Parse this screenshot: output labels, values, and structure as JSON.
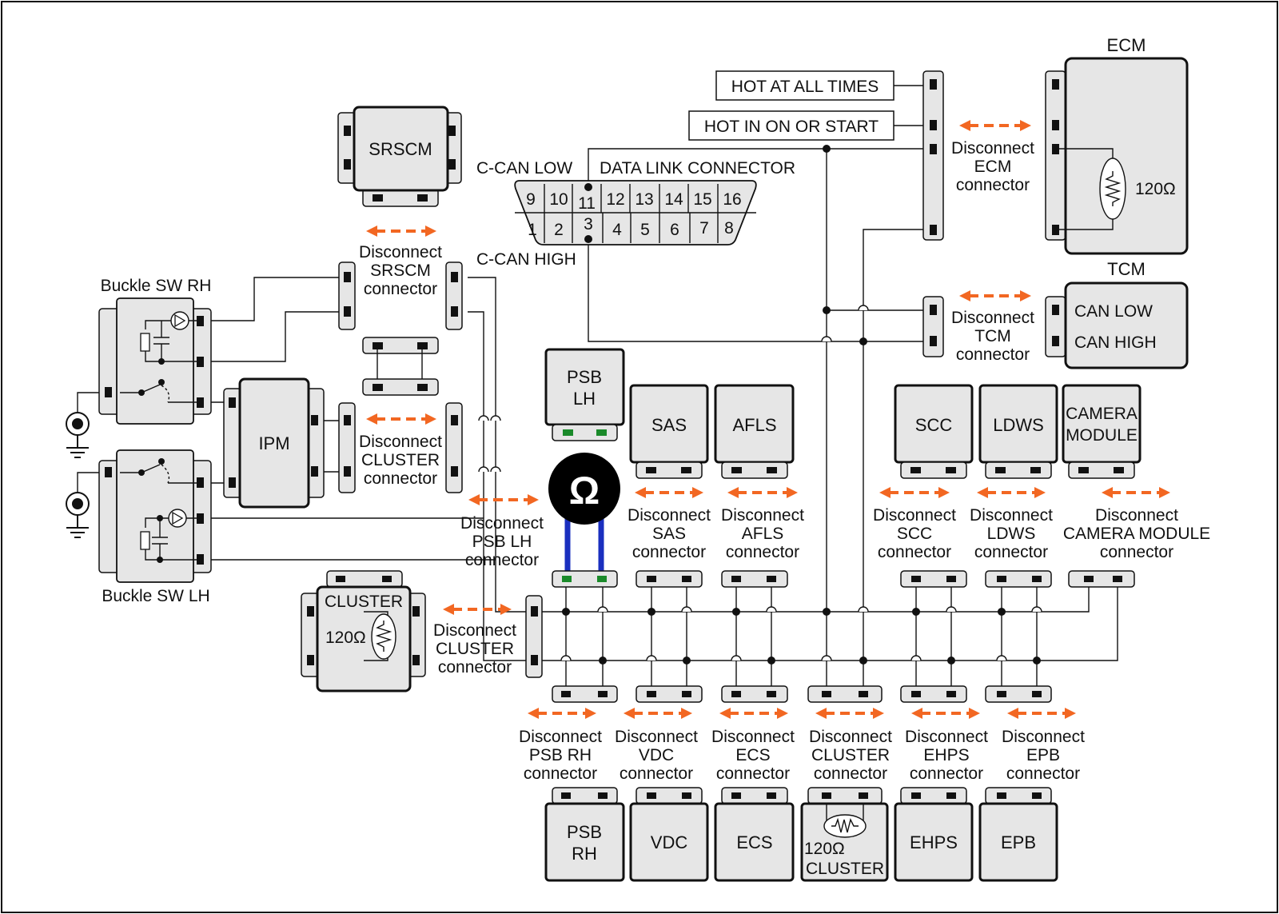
{
  "dlc": {
    "title": "DATA LINK CONNECTOR",
    "can_low_label": "C-CAN LOW",
    "can_high_label": "C-CAN HIGH",
    "top_pins": [
      "9",
      "10",
      "11",
      "12",
      "13",
      "14",
      "15",
      "16"
    ],
    "bottom_pins": [
      "1",
      "2",
      "3",
      "4",
      "5",
      "6",
      "7",
      "8"
    ]
  },
  "power": {
    "hot_all_times": "HOT AT ALL TIMES",
    "hot_on_start": "HOT IN ON OR START"
  },
  "modules": {
    "ecm": "ECM",
    "tcm": "TCM",
    "can_low": "CAN LOW",
    "can_high": "CAN HIGH",
    "srscm": "SRSCM",
    "ipm": "IPM",
    "psb_lh_1": "PSB",
    "psb_lh_2": "LH",
    "sas": "SAS",
    "afls": "AFLS",
    "scc": "SCC",
    "ldws": "LDWS",
    "camera_1": "CAMERA",
    "camera_2": "MODULE",
    "cluster": "CLUSTER",
    "psb_rh_1": "PSB",
    "psb_rh_2": "RH",
    "vdc": "VDC",
    "ecs": "ECS",
    "cluster_bottom": "CLUSTER",
    "ehps": "EHPS",
    "epb": "EPB",
    "buckle_rh": "Buckle SW RH",
    "buckle_lh": "Buckle SW LH"
  },
  "resistance": {
    "r120": "120Ω",
    "ohm_symbol": "Ω"
  },
  "disconnect": {
    "word": "Disconnect",
    "connector": "connector",
    "ecm": "ECM",
    "tcm": "TCM",
    "srscm": "SRSCM",
    "cluster": "CLUSTER",
    "psb_lh": "PSB LH",
    "sas": "SAS",
    "afls": "AFLS",
    "scc": "SCC",
    "ldws": "LDWS",
    "camera": "CAMERA MODULE",
    "psb_rh": "PSB RH",
    "vdc": "VDC",
    "ecs": "ECS",
    "ehps": "EHPS",
    "epb": "EPB"
  },
  "colors": {
    "arrow": "#f26722",
    "probe": "#1a2fbf",
    "pin_green": "#1a8a2a",
    "module_fill": "#e6e6e6"
  }
}
